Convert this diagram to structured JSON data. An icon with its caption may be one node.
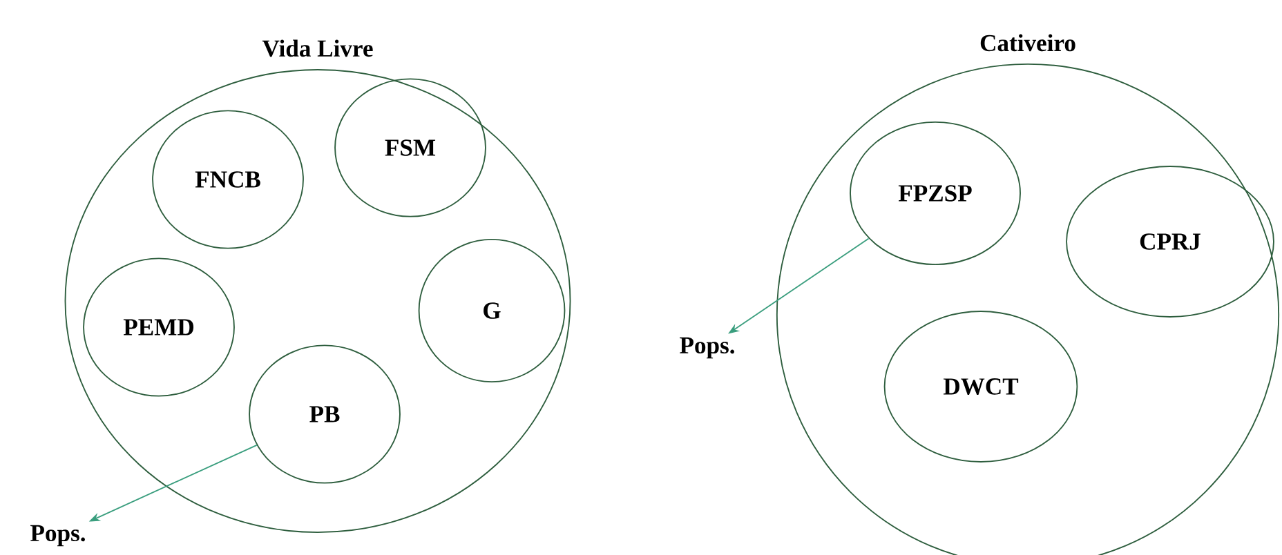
{
  "diagram": {
    "nodes": [
      {
        "text": [
          "Vida Livre"
        ]
      },
      {
        "text": [
          "FNCB"
        ],
        "in": 0
      },
      {
        "text": [
          "FSM"
        ],
        "in": 0
      },
      {
        "text": [
          "PEMD"
        ],
        "in": 0
      },
      {
        "text": [
          "G"
        ],
        "in": 0
      },
      {
        "text": [
          "PB"
        ],
        "in": 0
      },
      {
        "text": [
          "Pops."
        ]
      },
      {
        "text": [
          "Cativeiro"
        ]
      },
      {
        "text": [
          "FPZSP"
        ],
        "in": 7
      },
      {
        "text": [
          "CPRJ"
        ],
        "in": 7
      },
      {
        "text": [
          "DWCT"
        ],
        "in": 7
      },
      {
        "text": [
          "Pops."
        ]
      }
    ],
    "edges": [
      {
        "from": 5,
        "to": 6,
        "arrow": "to"
      },
      {
        "from": 8,
        "to": 11,
        "arrow": "to"
      }
    ]
  }
}
